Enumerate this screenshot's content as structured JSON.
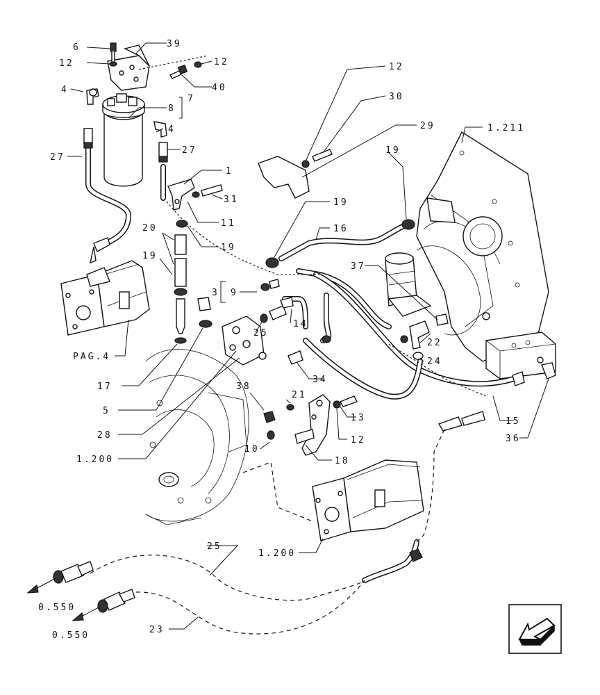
{
  "callouts": {
    "c6": "6",
    "c12a": "12",
    "c39": "39",
    "c12b": "12",
    "c4a": "4",
    "c40": "40",
    "c8": "8",
    "c7": "7",
    "c4b": "4",
    "c27a": "27",
    "c27b": "27",
    "c1": "1",
    "c31": "31",
    "c11": "11",
    "c20": "20",
    "c19a": "19",
    "c19b": "19",
    "c12c": "12",
    "c30": "30",
    "c29": "29",
    "c1211": "1.211",
    "c19c": "19",
    "c19d": "19",
    "c16": "16",
    "c37": "37",
    "c3": "3",
    "c9": "9",
    "c25a": "25",
    "c14": "14",
    "c22": "22",
    "c24": "24",
    "c34": "34",
    "cpag4": "PAG.4",
    "c17": "17",
    "c5": "5",
    "c28": "28",
    "c1200a": "1.200",
    "c38": "38",
    "c21": "21",
    "c13": "13",
    "c12d": "12",
    "c10": "10",
    "c18": "18",
    "c15": "15",
    "c36": "36",
    "c1200b": "1.200",
    "c25b": "25",
    "c0550a": "0.550",
    "c0550b": "0.550",
    "c23": "23"
  },
  "icons": {
    "nav": "navigation-arrow-icon"
  }
}
